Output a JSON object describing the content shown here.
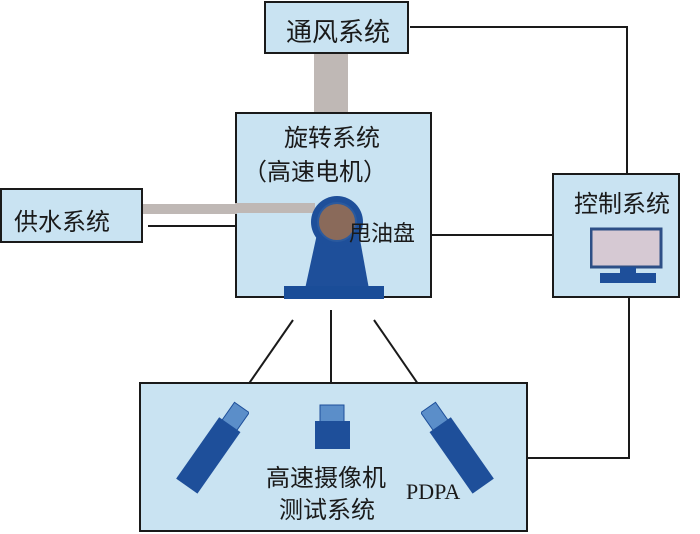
{
  "diagram": {
    "nodes": {
      "ventilation": {
        "label": "通风系统"
      },
      "rotation": {
        "label_line1": "旋转系统",
        "label_line2": "（高速电机）"
      },
      "water_supply": {
        "label": "供水系统"
      },
      "oil_disc": {
        "label": "甩油盘"
      },
      "control": {
        "label": "控制系统"
      },
      "camera": {
        "label_line1": "高速摄像机",
        "label_line2": "测试系统"
      },
      "pdpa": {
        "label": "PDPA"
      }
    },
    "colors": {
      "box_fill": "#c9e3f2",
      "border": "#1a1a1a",
      "device_dark": "#1e4f9a",
      "device_light": "#5b8ec9",
      "shaft_gray": "#bfb8b5",
      "disc_brown": "#8a6a5a"
    },
    "connections": [
      [
        "ventilation",
        "rotation"
      ],
      [
        "ventilation",
        "control"
      ],
      [
        "water_supply",
        "rotation"
      ],
      [
        "oil_disc",
        "control"
      ],
      [
        "control",
        "camera"
      ],
      [
        "rotation",
        "camera"
      ]
    ]
  }
}
